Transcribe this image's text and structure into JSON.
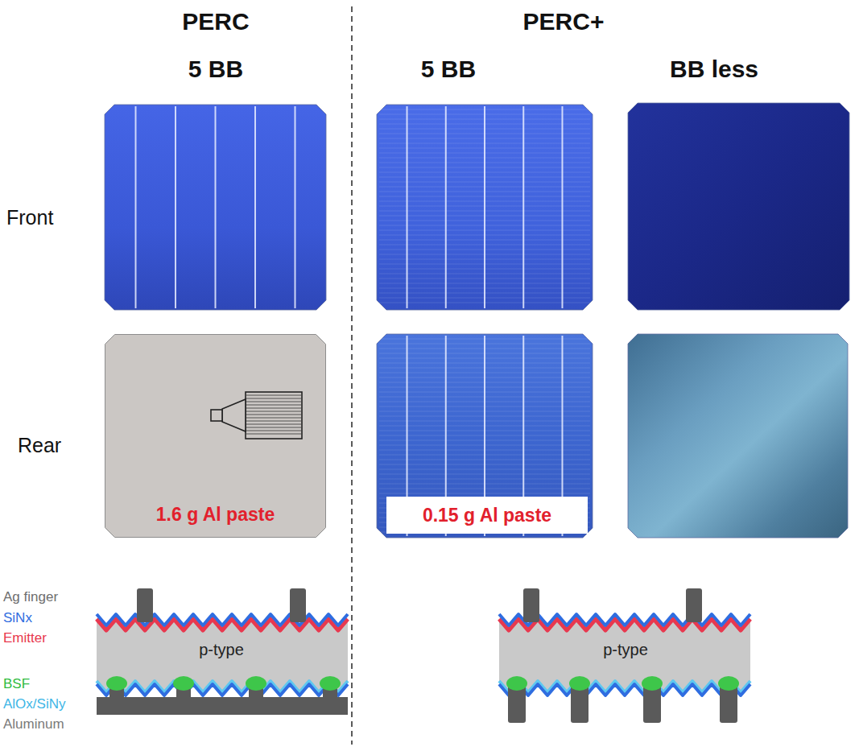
{
  "diagram": {
    "nodes": [
      {
        "text": [
          "1.6 g Al paste"
        ]
      },
      {
        "text": [
          "0.15 g Al paste"
        ]
      },
      {
        "text": [
          "p-type"
        ]
      },
      {
        "text": [
          "p-type"
        ]
      }
    ],
    "labels": [
      "PERC",
      "5 BB",
      "PERC+",
      "5 BB",
      "BB less",
      "Front",
      "Rear",
      "Ag finger",
      "SiNx",
      "Emitter",
      "BSF",
      "AlOx/SiNy",
      "Aluminum"
    ]
  }
}
